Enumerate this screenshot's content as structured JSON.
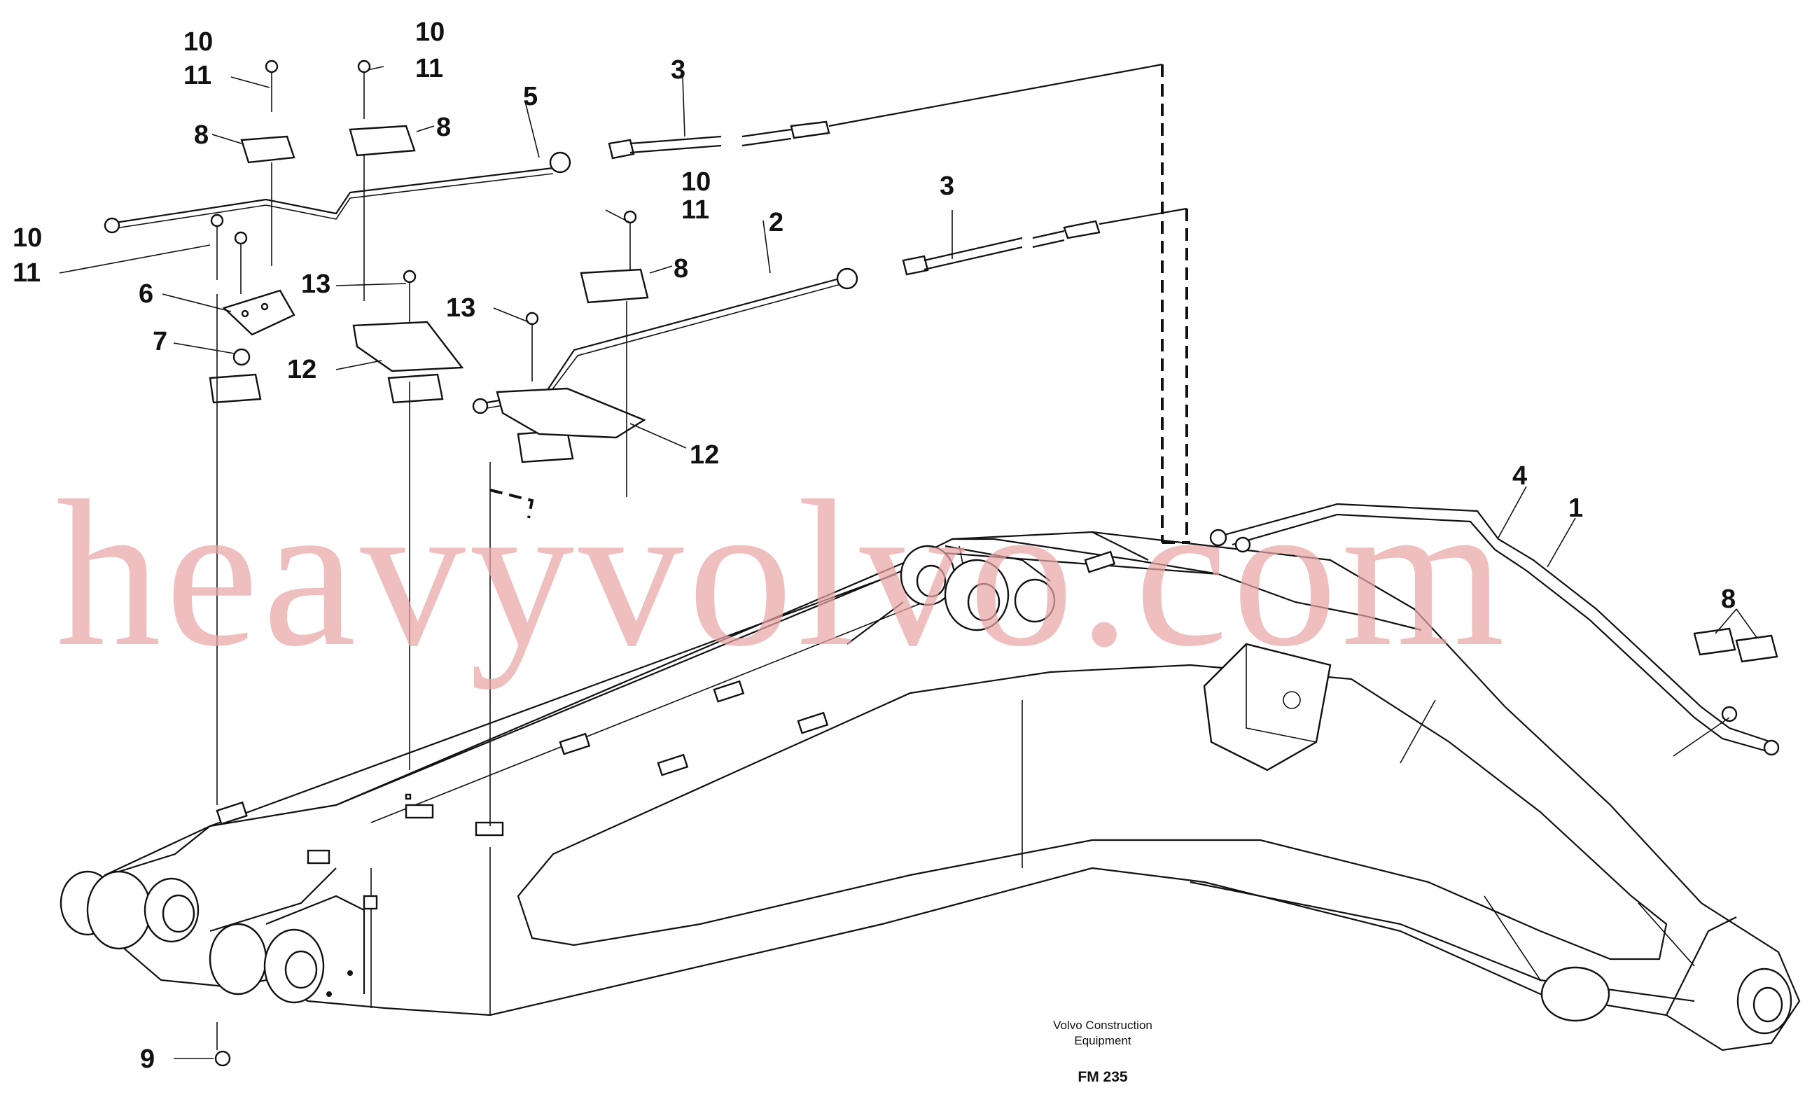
{
  "labels": {
    "l10a": "10",
    "l11a": "11",
    "l10b": "10",
    "l11b": "11",
    "l3a": "3",
    "l5": "5",
    "l8a": "8",
    "l8b": "8",
    "l10c": "10",
    "l11c": "11",
    "l10d": "10",
    "l11d": "11",
    "l3b": "3",
    "l2": "2",
    "l8c": "8",
    "l6": "6",
    "l7": "7",
    "l13a": "13",
    "l12a": "12",
    "l13b": "13",
    "l12b": "12",
    "l4": "4",
    "l1": "1",
    "l8d": "8",
    "l9": "9"
  },
  "caption": {
    "company_line1": "Volvo Construction",
    "company_line2": "Equipment",
    "figure_code": "FM 235"
  },
  "watermark": "heavyvolvo.com"
}
